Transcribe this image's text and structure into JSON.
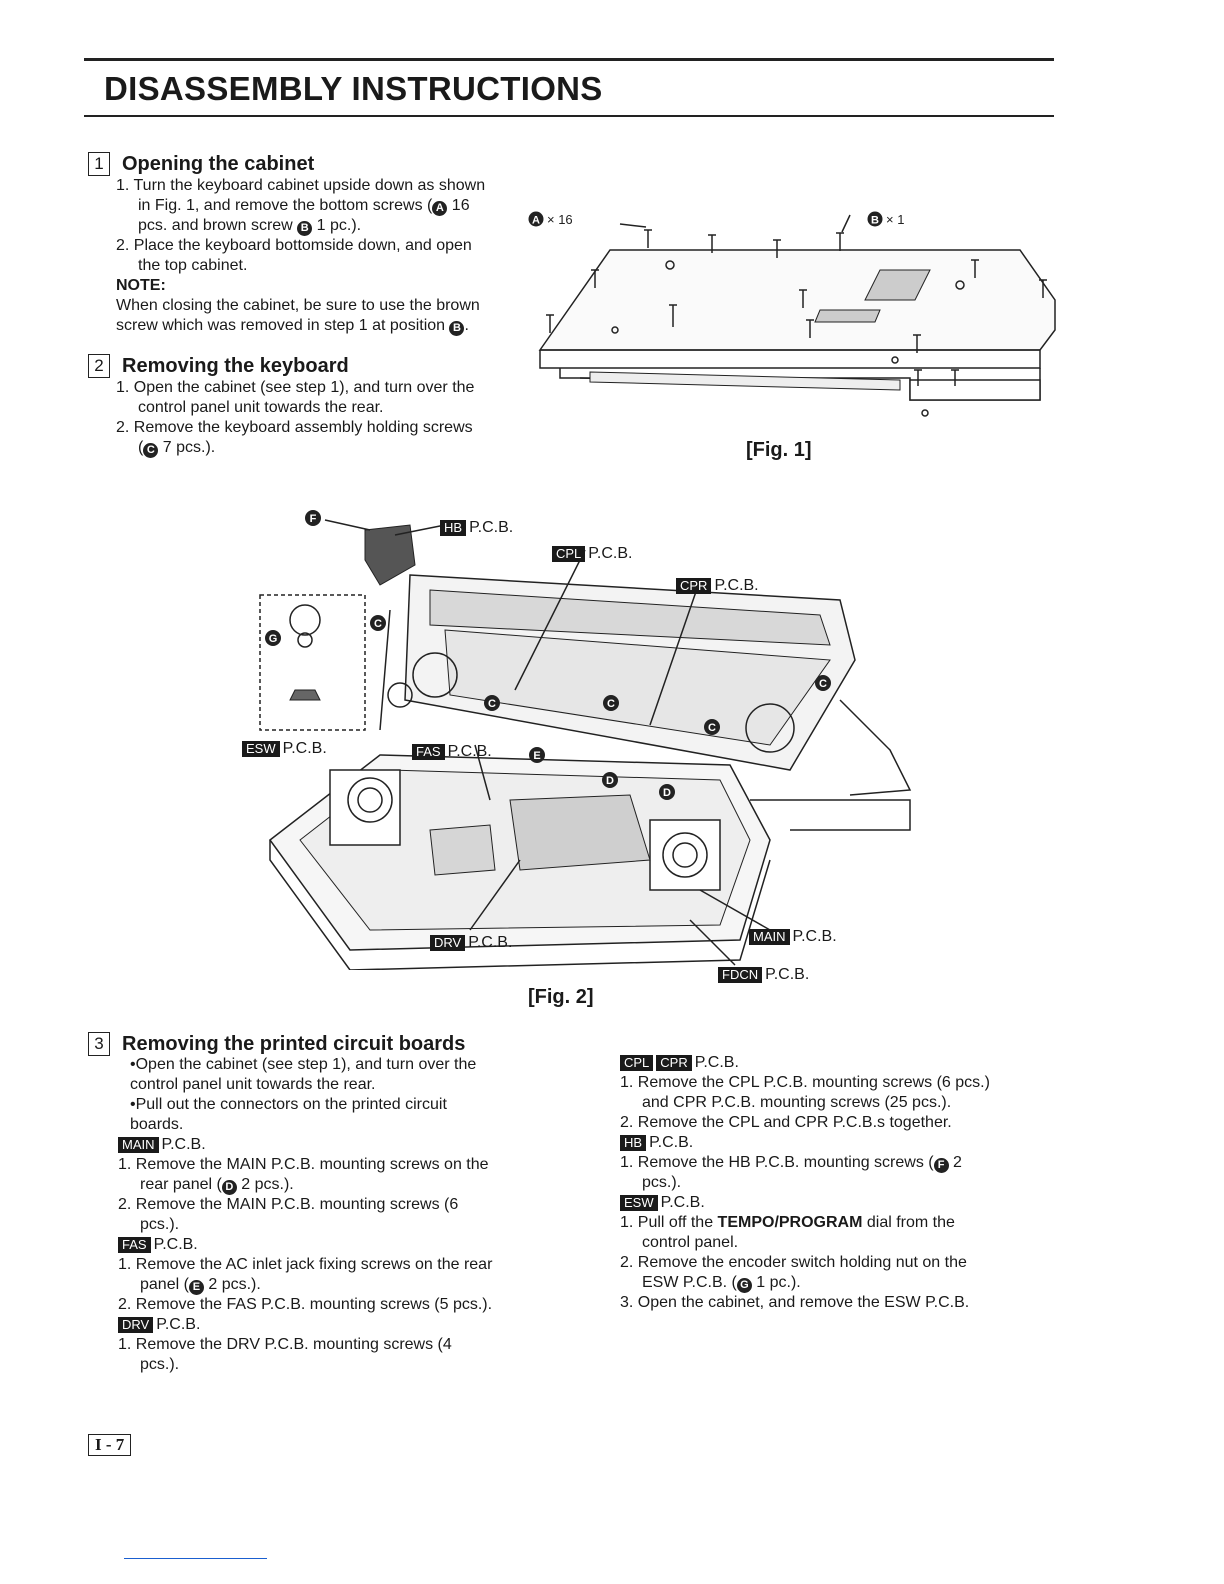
{
  "title": "DISASSEMBLY INSTRUCTIONS",
  "sections": [
    {
      "num": "1",
      "heading": "Opening the cabinet",
      "lines": [
        "1. Turn the keyboard cabinet upside down as shown",
        "in Fig. 1, and remove the bottom screws (",
        " 16",
        "pcs. and brown screw ",
        " 1 pc.).",
        "2. Place the keyboard bottomside down, and open",
        "the top cabinet.",
        "NOTE:",
        "When closing the cabinet, be sure to use the brown",
        "screw which was removed in step 1 at position ",
        "."
      ]
    },
    {
      "num": "2",
      "heading": "Removing the keyboard",
      "lines": [
        "1. Open the cabinet (see step 1), and turn over the",
        "control panel unit towards the rear.",
        "2. Remove the keyboard assembly holding screws",
        "(",
        " 7 pcs.)."
      ]
    },
    {
      "num": "3",
      "heading": "Removing the printed circuit boards",
      "left": [
        "•Open the cabinet (see step 1), and turn over the",
        "control panel unit towards the rear.",
        "•Pull out the connectors on the printed circuit",
        "boards.",
        "P.C.B.",
        "1. Remove the MAIN P.C.B. mounting screws on the",
        "rear panel (",
        " 2 pcs.).",
        "2. Remove the MAIN P.C.B. mounting screws (6",
        "pcs.).",
        "P.C.B.",
        "1. Remove the AC inlet jack fixing screws on the rear",
        "panel (",
        " 2 pcs.).",
        "2. Remove the FAS P.C.B. mounting screws (5 pcs.).",
        "P.C.B.",
        "1. Remove the DRV P.C.B. mounting screws (4",
        "pcs.)."
      ],
      "right": [
        "P.C.B.",
        "1. Remove the CPL P.C.B. mounting screws (6 pcs.)",
        "and CPR P.C.B. mounting screws (25 pcs.).",
        "2. Remove the CPL and CPR P.C.B.s together.",
        "P.C.B.",
        "1. Remove the HB P.C.B. mounting screws (",
        " 2",
        "pcs.).",
        "P.C.B.",
        "1. Pull off the ",
        "TEMPO/PROGRAM",
        " dial from the",
        "control panel.",
        "2. Remove the encoder switch holding nut on the",
        "ESW P.C.B. (",
        " 1 pc.).",
        "3. Open the cabinet, and remove the ESW P.C.B."
      ]
    }
  ],
  "markers": {
    "A": "A",
    "B": "B",
    "C": "C",
    "D": "D",
    "E": "E",
    "F": "F",
    "G": "G"
  },
  "boards": {
    "MAIN": "MAIN",
    "FAS": "FAS",
    "DRV": "DRV",
    "CPL": "CPL",
    "CPR": "CPR",
    "HB": "HB",
    "ESW": "ESW",
    "FDCN": "FDCN"
  },
  "pcb": "P.C.B.",
  "fig1": {
    "caption": "[Fig. 1]",
    "a_count": "× 16",
    "b_count": "× 1"
  },
  "fig2": {
    "caption": "[Fig. 2]"
  },
  "page_number": "I - 7"
}
